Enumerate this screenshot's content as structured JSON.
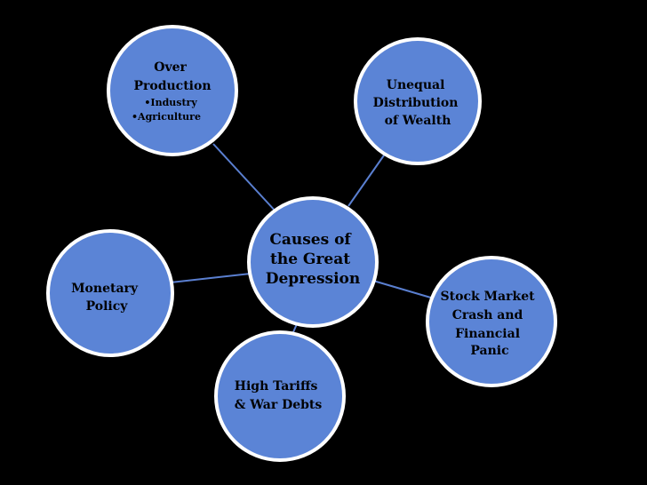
{
  "diagram": {
    "center": {
      "lines": [
        "Causes of",
        "the Great",
        "Depression"
      ]
    },
    "causes": [
      {
        "id": "over-production",
        "lines": [
          "Over",
          "Production"
        ],
        "sub_items": [
          "•Industry",
          "•Agriculture"
        ]
      },
      {
        "id": "unequal-distribution",
        "lines": [
          "Unequal",
          "Distribution",
          "of Wealth"
        ],
        "sub_items": []
      },
      {
        "id": "monetary-policy",
        "lines": [
          "Monetary",
          "Policy"
        ],
        "sub_items": []
      },
      {
        "id": "stock-market-crash",
        "lines": [
          "Stock Market",
          "Crash and",
          "Financial",
          "Panic"
        ],
        "sub_items": []
      },
      {
        "id": "high-tariffs",
        "lines": [
          "High Tariffs",
          "& War Debts"
        ],
        "sub_items": []
      }
    ]
  },
  "colors": {
    "background": "#000000",
    "node_fill": "#5b84d6",
    "node_border": "#ffffff",
    "connector": "#5a7fd0",
    "text": "#000000"
  }
}
